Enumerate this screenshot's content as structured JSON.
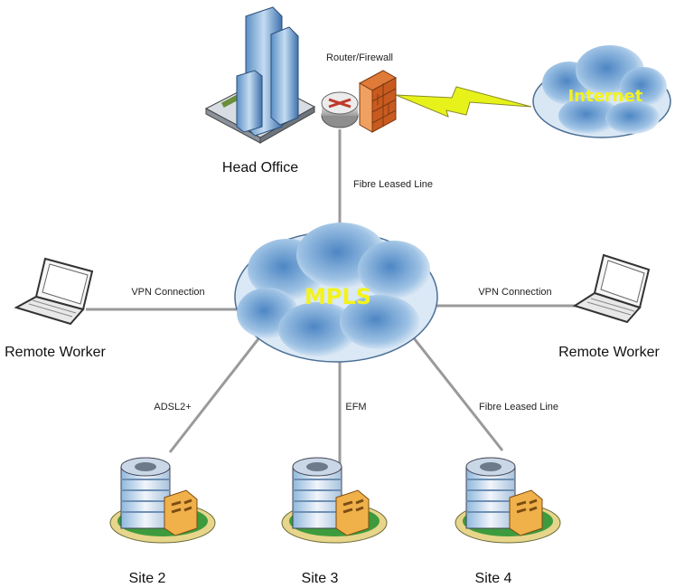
{
  "nodes": {
    "head_office": "Head Office",
    "router_firewall": "Router/Firewall",
    "internet": "Internet",
    "mpls": "MPLS",
    "remote_worker_left": "Remote Worker",
    "remote_worker_right": "Remote Worker",
    "site2": "Site 2",
    "site3": "Site 3",
    "site4": "Site 4"
  },
  "links": {
    "head_to_mpls": "Fibre Leased Line",
    "vpn_left": "VPN Connection",
    "vpn_right": "VPN Connection",
    "site2": "ADSL2+",
    "site3": "EFM",
    "site4": "Fibre Leased Line"
  },
  "colors": {
    "cloud_text": "#f3f31c",
    "link_line": "#9a9a9a",
    "lightning": "#e6f21a"
  }
}
